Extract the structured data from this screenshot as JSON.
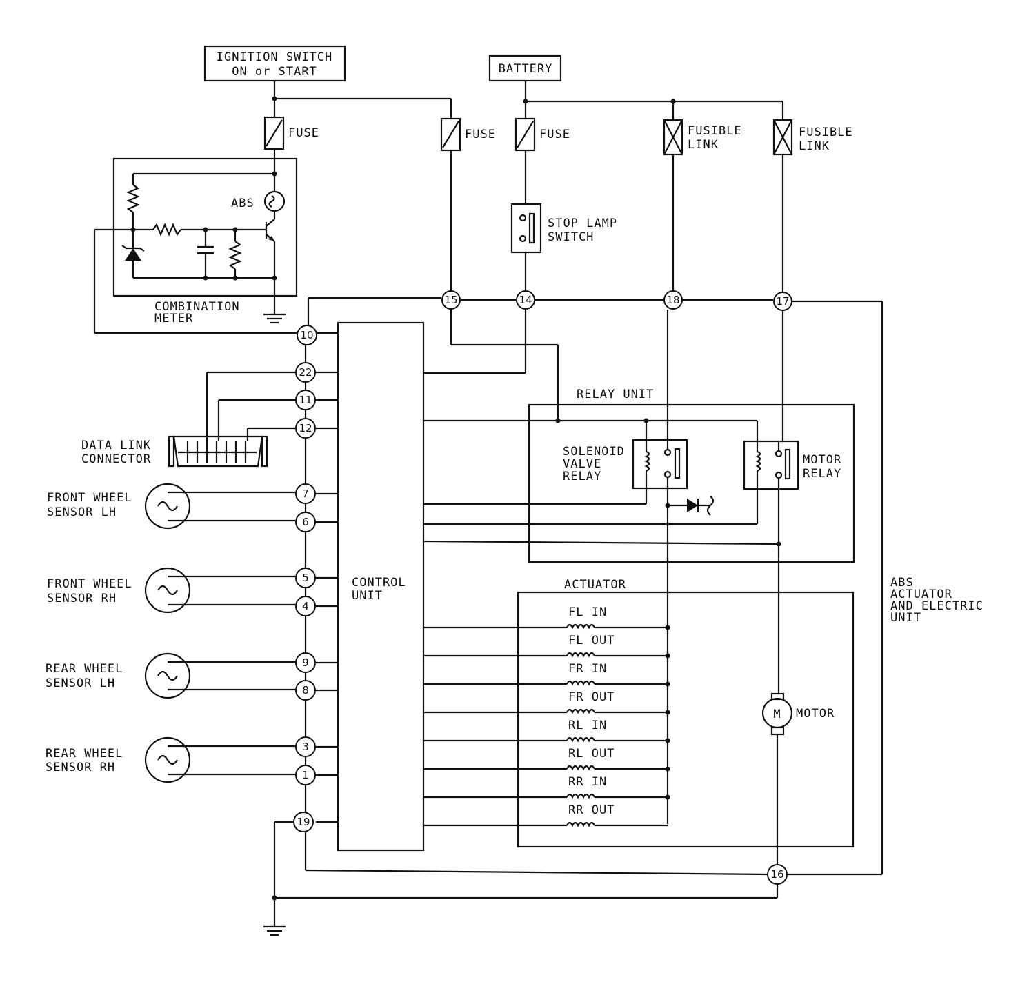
{
  "labels": {
    "ignition_line1": "IGNITION SWITCH",
    "ignition_line2": "ON or START",
    "battery": "BATTERY",
    "fuse": "FUSE",
    "fusible_line1": "FUSIBLE",
    "fusible_line2": "LINK",
    "abs_lamp": "ABS",
    "combination_line1": "COMBINATION",
    "combination_line2": "METER",
    "stop_lamp_line1": "STOP LAMP",
    "stop_lamp_line2": "SWITCH",
    "data_link_line1": "DATA LINK",
    "data_link_line2": "CONNECTOR",
    "relay_unit": "RELAY UNIT",
    "solenoid_line1": "SOLENOID",
    "solenoid_line2": "VALVE",
    "solenoid_line3": "RELAY",
    "motor_relay_line1": "MOTOR",
    "motor_relay_line2": "RELAY",
    "control_unit_line1": "CONTROL",
    "control_unit_line2": "UNIT",
    "actuator": "ACTUATOR",
    "motor": "MOTOR",
    "motor_symbol": "M",
    "abs_unit_line1": "ABS",
    "abs_unit_line2": "ACTUATOR",
    "abs_unit_line3": "AND ELECTRIC",
    "abs_unit_line4": "UNIT"
  },
  "sensors": [
    {
      "line1": "FRONT WHEEL",
      "line2": "SENSOR LH"
    },
    {
      "line1": "FRONT WHEEL",
      "line2": "SENSOR RH"
    },
    {
      "line1": "REAR WHEEL",
      "line2": "SENSOR LH"
    },
    {
      "line1": "REAR WHEEL",
      "line2": "SENSOR RH"
    }
  ],
  "solenoids": [
    "FL IN",
    "FL OUT",
    "FR IN",
    "FR OUT",
    "RL IN",
    "RL OUT",
    "RR IN",
    "RR OUT"
  ],
  "pins": {
    "p15": "15",
    "p14": "14",
    "p18": "18",
    "p17": "17",
    "p10": "10",
    "p22": "22",
    "p11": "11",
    "p12": "12",
    "p7": "7",
    "p6": "6",
    "p5": "5",
    "p4": "4",
    "p9": "9",
    "p8": "8",
    "p3": "3",
    "p1": "1",
    "p19": "19",
    "p16": "16"
  }
}
